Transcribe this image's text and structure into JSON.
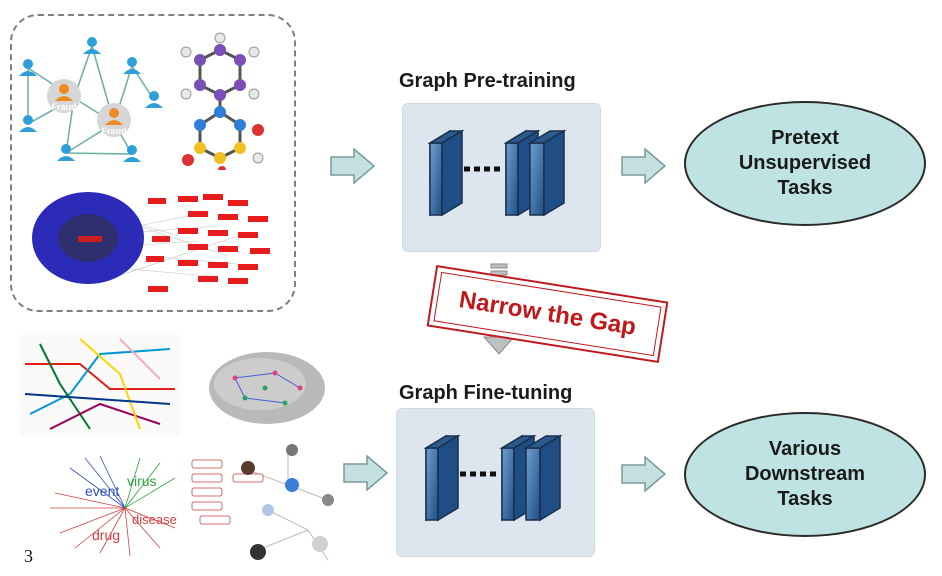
{
  "pretraining": {
    "title": "Graph Pre-training"
  },
  "finetuning": {
    "title": "Graph Fine-tuning"
  },
  "pretext": {
    "label": "Pretext\nUnsupervised\nTasks"
  },
  "downstream": {
    "label": "Various\nDownstream\nTasks"
  },
  "gap_stamp": {
    "label": "Narrow the Gap"
  },
  "fraud_graph": {
    "node_label": "Fraud"
  },
  "knowledge_graph": {
    "labels": [
      "event",
      "virus",
      "disease",
      "drug"
    ]
  },
  "page_number": "3",
  "colors": {
    "ellipse_fill": "#bfe3e3",
    "panel_fill": "#dde6ef",
    "stamp_red": "#c0191c",
    "arrow_fill": "#c5e0e0"
  }
}
